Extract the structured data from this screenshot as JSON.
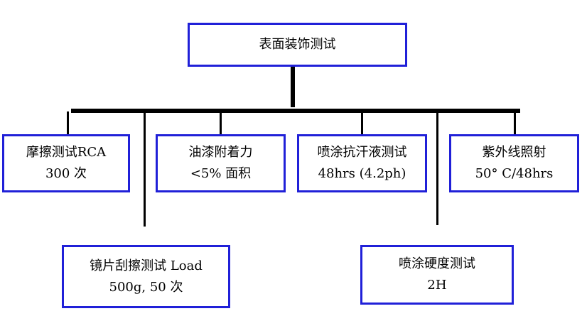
{
  "root": {
    "title": "表面装饰测试"
  },
  "tests": {
    "rca": {
      "name": "摩擦测试RCA",
      "detail": "300 次"
    },
    "adhesion": {
      "name": "油漆附着力",
      "detail": "<5% 面积"
    },
    "sweat": {
      "name": "喷涂抗汗液测试",
      "detail": "48hrs (4.2ph)"
    },
    "uv": {
      "name": "紫外线照射",
      "detail": "50° C/48hrs"
    },
    "lens": {
      "name": "镜片刮擦测试 Load",
      "detail": "500g, 50 次"
    },
    "hardness": {
      "name": "喷涂硬度测试",
      "detail": "2H"
    }
  },
  "colors": {
    "box_border": "#2020d8",
    "connector": "#000000"
  }
}
